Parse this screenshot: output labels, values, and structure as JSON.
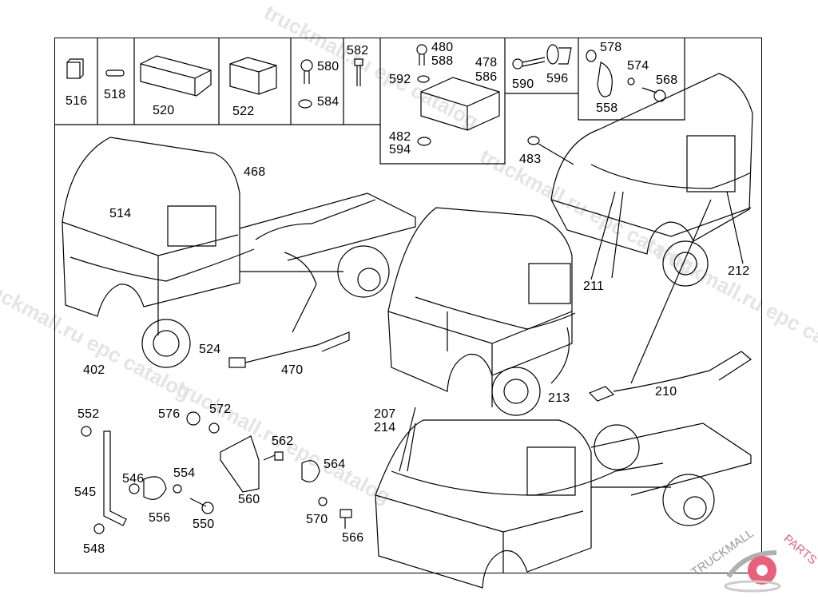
{
  "diagram": {
    "part_labels": {
      "p516": "516",
      "p518": "518",
      "p520": "520",
      "p522": "522",
      "p580": "580",
      "p584": "584",
      "p582": "582",
      "p480": "480",
      "p588": "588",
      "p478": "478",
      "p586": "586",
      "p592": "592",
      "p482": "482",
      "p594": "594",
      "p590": "590",
      "p596": "596",
      "p578": "578",
      "p574": "574",
      "p568": "568",
      "p558": "558",
      "p483": "483",
      "p468": "468",
      "p514": "514",
      "p402": "402",
      "p524": "524",
      "p470": "470",
      "p211": "211",
      "p212": "212",
      "p213": "213",
      "p210": "210",
      "p552": "552",
      "p576": "576",
      "p572": "572",
      "p562": "562",
      "p564": "564",
      "p546": "546",
      "p554": "554",
      "p545": "545",
      "p556": "556",
      "p550": "550",
      "p560": "560",
      "p570": "570",
      "p566": "566",
      "p548": "548",
      "p207": "207",
      "p214": "214"
    },
    "watermark": "truckmall.ru epc catalog",
    "logo_text": "TRUCKMALLPARTS",
    "colors": {
      "line": "#000000",
      "watermark": "#e4e4e4",
      "logo_red": "#e8607a",
      "logo_gray": "#b0b0b0"
    }
  }
}
